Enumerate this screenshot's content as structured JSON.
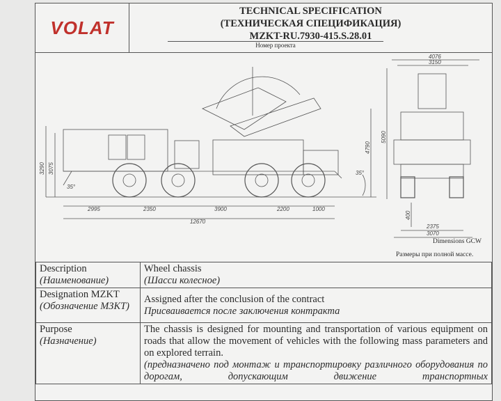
{
  "header": {
    "logo": "VOLAT",
    "title_en": "TECHNICAL SPECIFICATION",
    "title_ru": "(ТЕХНИЧЕСКАЯ СПЕЦИФИКАЦИЯ)",
    "project_number": "MZKT-RU.7930-415.S.28.01",
    "project_number_label": "Номер проекта"
  },
  "drawing": {
    "side_dims": [
      "2995",
      "2350",
      "3900",
      "2200",
      "1000",
      "12670",
      "3290",
      "3075",
      "4790",
      "35°",
      "35°"
    ],
    "front_dims": [
      "4076",
      "3150",
      "5090",
      "400",
      "2375",
      "3070"
    ],
    "caption_en": "Dimensions GCW",
    "caption_ru": "Размеры при полной массе."
  },
  "spec": [
    {
      "label_en": "Description",
      "label_ru": "(Наименование)",
      "value_en": "Wheel chassis",
      "value_ru": "(Шасси колесное)"
    },
    {
      "label_en": "Designation MZKT",
      "label_ru": "(Обозначение МЗКТ)",
      "value_en": "Assigned after the conclusion of the contract",
      "value_ru": "Присваивается после заключения контракта"
    },
    {
      "label_en": "Purpose",
      "label_ru": "(Назначение)",
      "value_en": "The chassis is designed for mounting and transportation of various equipment on roads that allow the movement of vehicles with the following mass parameters and on explored terrain.",
      "value_ru": "(предназначено под монтаж и транспортировку различного оборудования по дорогам, допускающим движение транспортных"
    }
  ]
}
